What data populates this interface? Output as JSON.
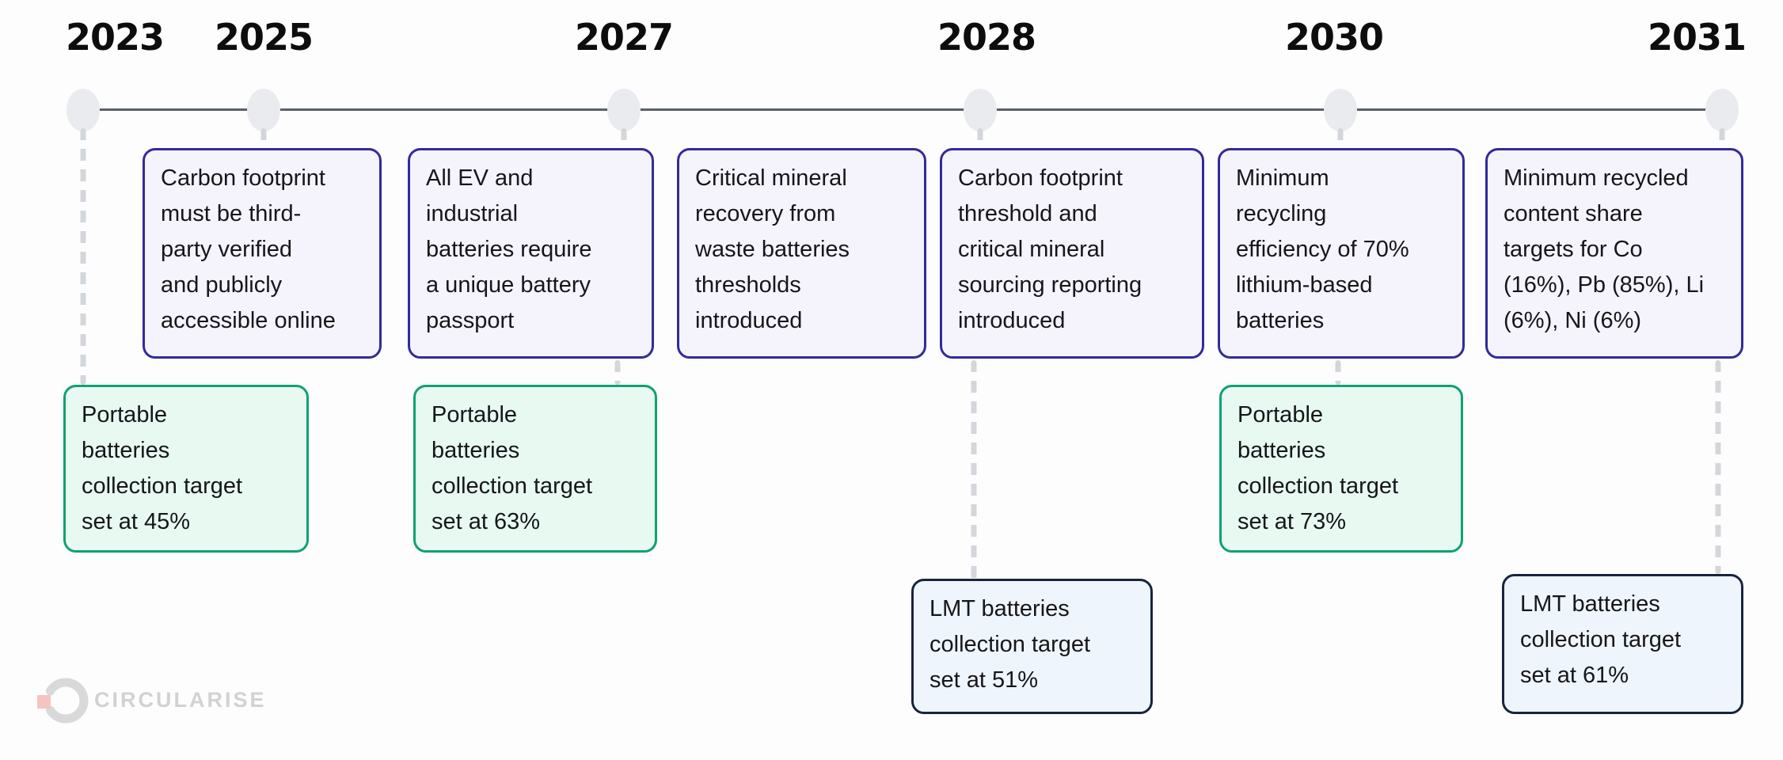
{
  "colors": {
    "regulation_card_border": "#332a9b",
    "regulation_card_bg": "#f5f3fc",
    "portable_card_border": "#0fa173",
    "portable_card_bg": "#e7f9f1",
    "lmt_card_border": "#18253c",
    "lmt_card_bg": "#eef5fc",
    "timeline_line": "#5a5f68",
    "timeline_node": "#e9ebee",
    "connector_dash": "#d3d6da",
    "year_text": "#0d0d0d",
    "card_text": "#16161a",
    "logo_gray": "#d2d2d2",
    "logo_pink": "#f5c4c1"
  },
  "timeline": {
    "years": [
      {
        "label": "2023"
      },
      {
        "label": "2025"
      },
      {
        "label": "2027"
      },
      {
        "label": "2028"
      },
      {
        "label": "2030"
      },
      {
        "label": "2031"
      }
    ]
  },
  "cards": {
    "regulation": [
      {
        "year": "2025",
        "text": "Carbon footprint\nmust be third-\nparty verified\nand publicly\naccessible online"
      },
      {
        "year": "2027",
        "text": "All EV and\nindustrial\nbatteries require\na unique battery\npassport"
      },
      {
        "year": "2027",
        "text": "Critical mineral\nrecovery from\nwaste batteries\nthresholds\nintroduced"
      },
      {
        "year": "2028",
        "text": "Carbon footprint\nthreshold and\ncritical mineral\nsourcing reporting\nintroduced"
      },
      {
        "year": "2030",
        "text": "Minimum\nrecycling\nefficiency of 70%\nlithium-based\nbatteries"
      },
      {
        "year": "2031",
        "text": "Minimum recycled\ncontent share\ntargets for Co\n(16%), Pb (85%), Li\n(6%), Ni (6%)"
      }
    ],
    "portable": [
      {
        "year": "2023",
        "text": "Portable\nbatteries\ncollection target\nset at 45%"
      },
      {
        "year": "2027",
        "text": "Portable\nbatteries\ncollection target\nset at 63%"
      },
      {
        "year": "2030",
        "text": "Portable\nbatteries\ncollection target\nset at 73%"
      }
    ],
    "lmt": [
      {
        "year": "2028",
        "text": "LMT batteries\ncollection target\nset at 51%"
      },
      {
        "year": "2031",
        "text": "LMT batteries\ncollection target\nset at 61%"
      }
    ]
  },
  "logo": {
    "text": "CIRCULARISE"
  }
}
